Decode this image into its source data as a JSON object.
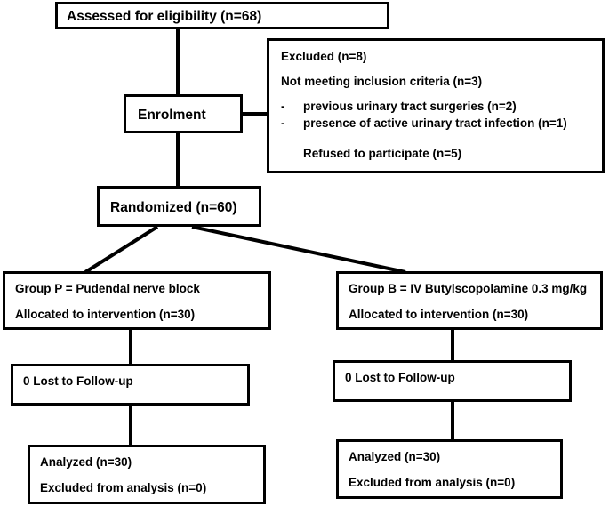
{
  "diagram": {
    "title": "CONSORT participant flow diagram",
    "type": "flowchart",
    "stroke_color": "#000000",
    "background_color": "#ffffff",
    "text_color": "#000000"
  },
  "nodes": {
    "assessed": {
      "label": "Assessed for eligibility (n=68)"
    },
    "enrolment": {
      "label": "Enrolment"
    },
    "excluded": {
      "heading": "Excluded (n=8)",
      "criteria_heading": "Not meeting inclusion criteria (n=3)",
      "bullet_marker_1": "-",
      "bullet_1": "previous urinary tract surgeries (n=2)",
      "bullet_marker_2": "-",
      "bullet_2": "presence of active urinary tract infection (n=1)",
      "refused": "Refused to participate (n=5)"
    },
    "randomized": {
      "label": "Randomized (n=60)"
    },
    "group_p": {
      "title": "Group P = Pudendal nerve block",
      "allocation": "Allocated to intervention (n=30)"
    },
    "group_b": {
      "title": "Group B = IV Butylscopolamine 0.3 mg/kg",
      "allocation": "Allocated to intervention (n=30)"
    },
    "lost_p": {
      "label": "0 Lost to Follow-up"
    },
    "lost_b": {
      "label": "0 Lost to Follow-up"
    },
    "analyzed_p": {
      "analyzed": "Analyzed (n=30)",
      "excluded": "Excluded from analysis (n=0)"
    },
    "analyzed_b": {
      "analyzed": "Analyzed (n=30)",
      "excluded": "Excluded from analysis (n=0)"
    }
  }
}
